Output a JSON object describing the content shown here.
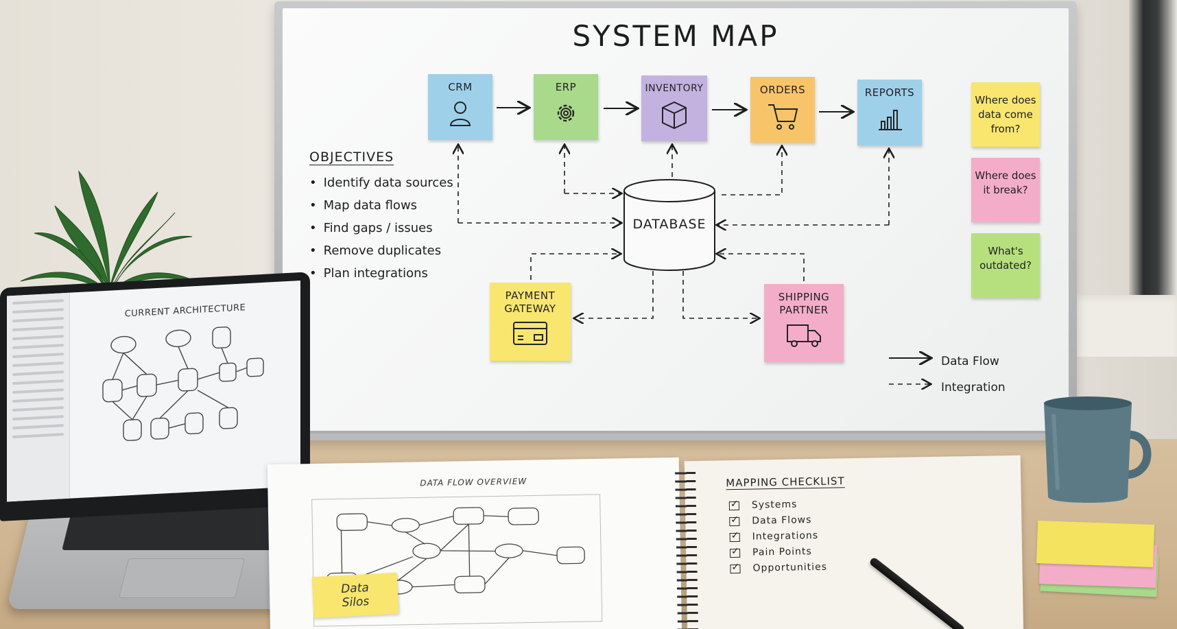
{
  "whiteboard": {
    "title": "SYSTEM MAP",
    "systems": [
      {
        "label": "CRM",
        "icon": "user-icon",
        "color": "#9ed0ea"
      },
      {
        "label": "ERP",
        "icon": "gear-icon",
        "color": "#a9d98a"
      },
      {
        "label": "INVENTORY",
        "icon": "box-icon",
        "color": "#c3b2e0"
      },
      {
        "label": "ORDERS",
        "icon": "cart-icon",
        "color": "#f8c46a"
      },
      {
        "label": "REPORTS",
        "icon": "bar-chart-icon",
        "color": "#9ed0ea"
      }
    ],
    "database_label": "DATABASE",
    "partners": [
      {
        "label": "PAYMENT\nGATEWAY",
        "icon": "credit-card-icon",
        "color": "#f8e66f"
      },
      {
        "label": "SHIPPING\nPARTNER",
        "icon": "truck-icon",
        "color": "#f4adc8"
      }
    ],
    "objectives": {
      "title": "OBJECTIVES",
      "items": [
        "Identify data sources",
        "Map data flows",
        "Find gaps / issues",
        "Remove duplicates",
        "Plan integrations"
      ]
    },
    "questions": [
      {
        "text": "Where does\ndata come\nfrom?",
        "color": "#f8e66f"
      },
      {
        "text": "Where does\nit break?",
        "color": "#f4adc8"
      },
      {
        "text": "What's\noutdated?",
        "color": "#b6e07e"
      }
    ],
    "legend": {
      "solid": "Data Flow",
      "dashed": "Integration"
    }
  },
  "laptop": {
    "screen_title": "CURRENT ARCHITECTURE"
  },
  "paper": {
    "title": "DATA FLOW OVERVIEW",
    "sticky": "Data\nSilos"
  },
  "notebook": {
    "title": "MAPPING CHECKLIST",
    "items": [
      "Systems",
      "Data Flows",
      "Integrations",
      "Pain Points",
      "Opportunities"
    ]
  }
}
